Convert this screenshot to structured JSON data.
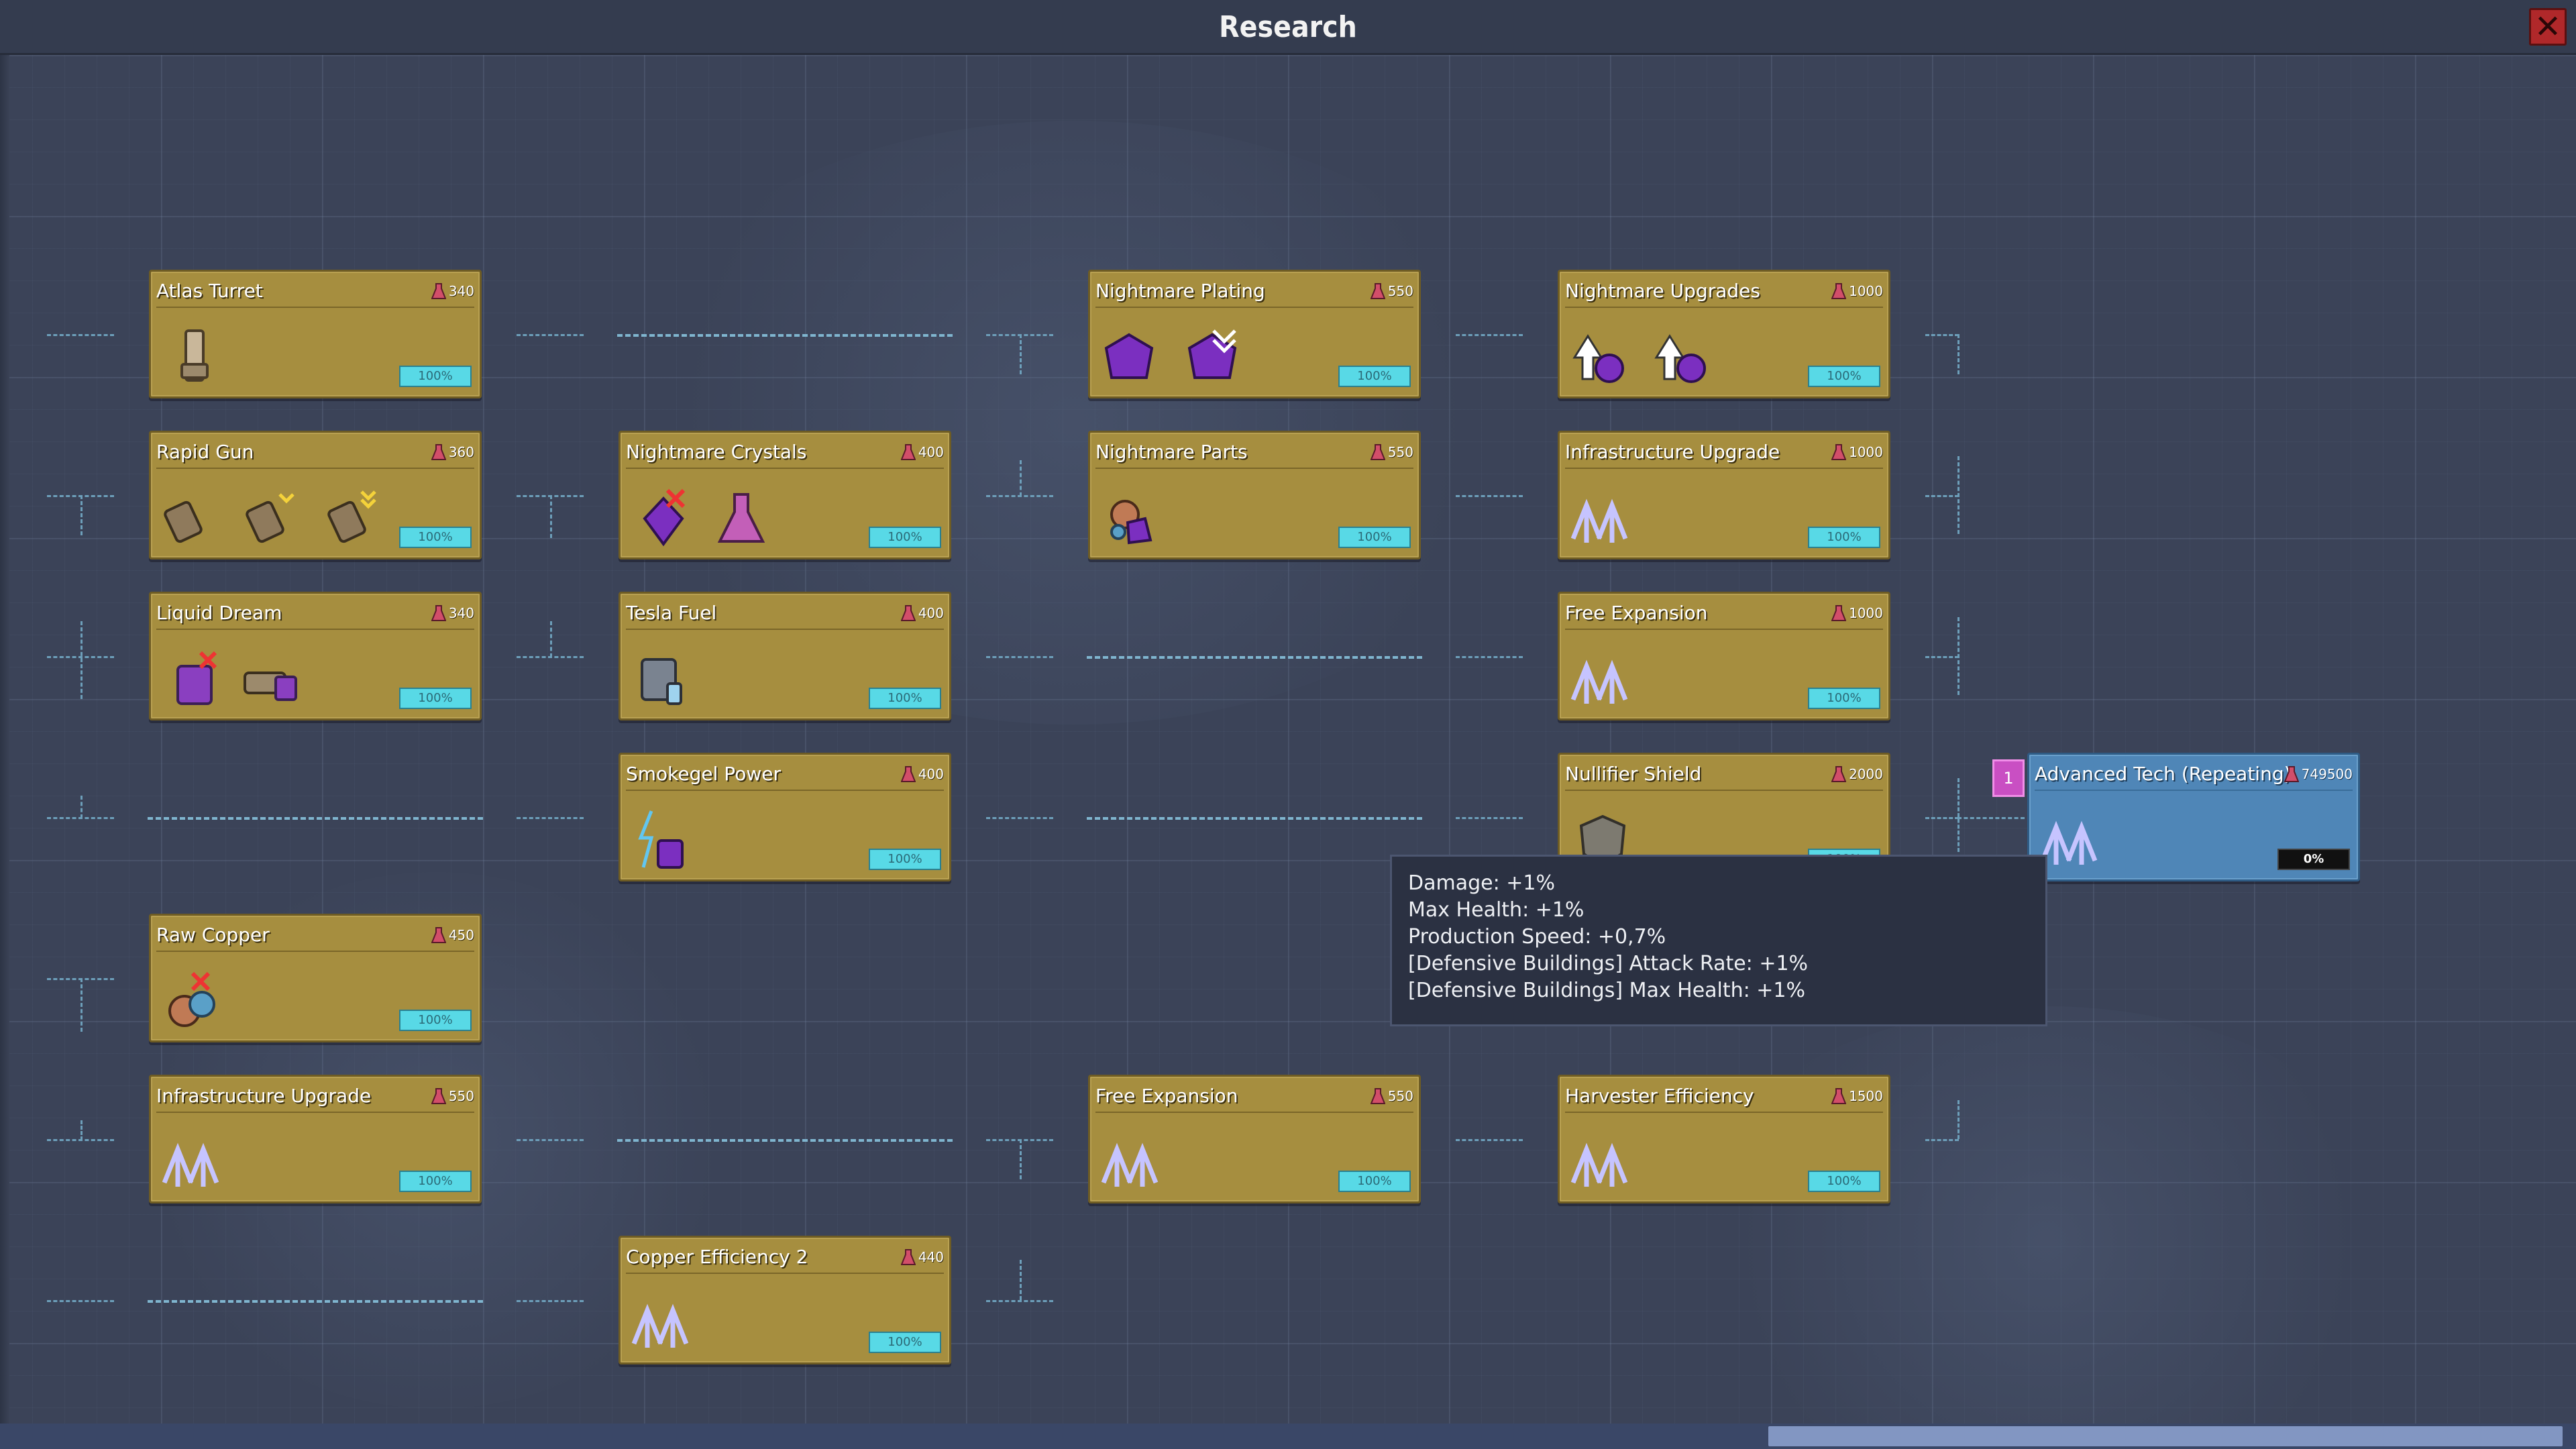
{
  "window": {
    "title": "Research"
  },
  "cards": [
    {
      "id": "atlas-turret",
      "name": "Atlas Turret",
      "cost": "340",
      "progress": "100%",
      "icon": "turret-icon"
    },
    {
      "id": "rapid-gun",
      "name": "Rapid Gun",
      "cost": "360",
      "progress": "100%",
      "icon": "gun-icon"
    },
    {
      "id": "liquid-dream",
      "name": "Liquid Dream",
      "cost": "340",
      "progress": "100%",
      "icon": "liquid-icon"
    },
    {
      "id": "raw-copper",
      "name": "Raw Copper",
      "cost": "450",
      "progress": "100%",
      "icon": "copper-icon"
    },
    {
      "id": "infra-upgrade-1",
      "name": "Infrastructure Upgrade",
      "cost": "550",
      "progress": "100%",
      "icon": "upgrade-arrows-icon"
    },
    {
      "id": "nightmare-crystals",
      "name": "Nightmare Crystals",
      "cost": "400",
      "progress": "100%",
      "icon": "crystal-icon"
    },
    {
      "id": "tesla-fuel",
      "name": "Tesla Fuel",
      "cost": "400",
      "progress": "100%",
      "icon": "fuel-icon"
    },
    {
      "id": "smokegel-power",
      "name": "Smokegel Power",
      "cost": "400",
      "progress": "100%",
      "icon": "lightning-icon"
    },
    {
      "id": "copper-efficiency-2",
      "name": "Copper Efficiency 2",
      "cost": "440",
      "progress": "100%",
      "icon": "upgrade-arrows-icon"
    },
    {
      "id": "nightmare-plating",
      "name": "Nightmare Plating",
      "cost": "550",
      "progress": "100%",
      "icon": "plating-icon"
    },
    {
      "id": "nightmare-parts",
      "name": "Nightmare Parts",
      "cost": "550",
      "progress": "100%",
      "icon": "parts-icon"
    },
    {
      "id": "free-expansion-1",
      "name": "Free Expansion",
      "cost": "550",
      "progress": "100%",
      "icon": "upgrade-arrows-icon"
    },
    {
      "id": "nightmare-upgrades",
      "name": "Nightmare Upgrades",
      "cost": "1000",
      "progress": "100%",
      "icon": "nightmare-upgrade-icon"
    },
    {
      "id": "infra-upgrade-2",
      "name": "Infrastructure Upgrade",
      "cost": "1000",
      "progress": "100%",
      "icon": "upgrade-arrows-icon"
    },
    {
      "id": "free-expansion-2",
      "name": "Free Expansion",
      "cost": "1000",
      "progress": "100%",
      "icon": "upgrade-arrows-icon"
    },
    {
      "id": "nullifier-shield",
      "name": "Nullifier Shield",
      "cost": "2000",
      "progress": "100%",
      "icon": "shield-icon"
    },
    {
      "id": "harvester-efficiency",
      "name": "Harvester Efficiency",
      "cost": "1500",
      "progress": "100%",
      "icon": "upgrade-arrows-icon"
    }
  ],
  "advanced": {
    "name": "Advanced Tech (Repeating)",
    "cost": "749500",
    "progress": "0%",
    "level": "1",
    "icon": "upgrade-arrows-icon"
  },
  "tooltip": {
    "lines": [
      "Damage: +1%",
      "Max Health: +1%",
      "Production Speed: +0,7%",
      "[Defensive Buildings] Attack Rate: +1%",
      "[Defensive Buildings] Max Health: +1%"
    ]
  },
  "colors": {
    "card": "#a68e3f",
    "card_repeating": "#4f86b7",
    "progress_fill": "#58d9e6",
    "level_badge": "#c94fc3",
    "close": "#b0282a"
  }
}
